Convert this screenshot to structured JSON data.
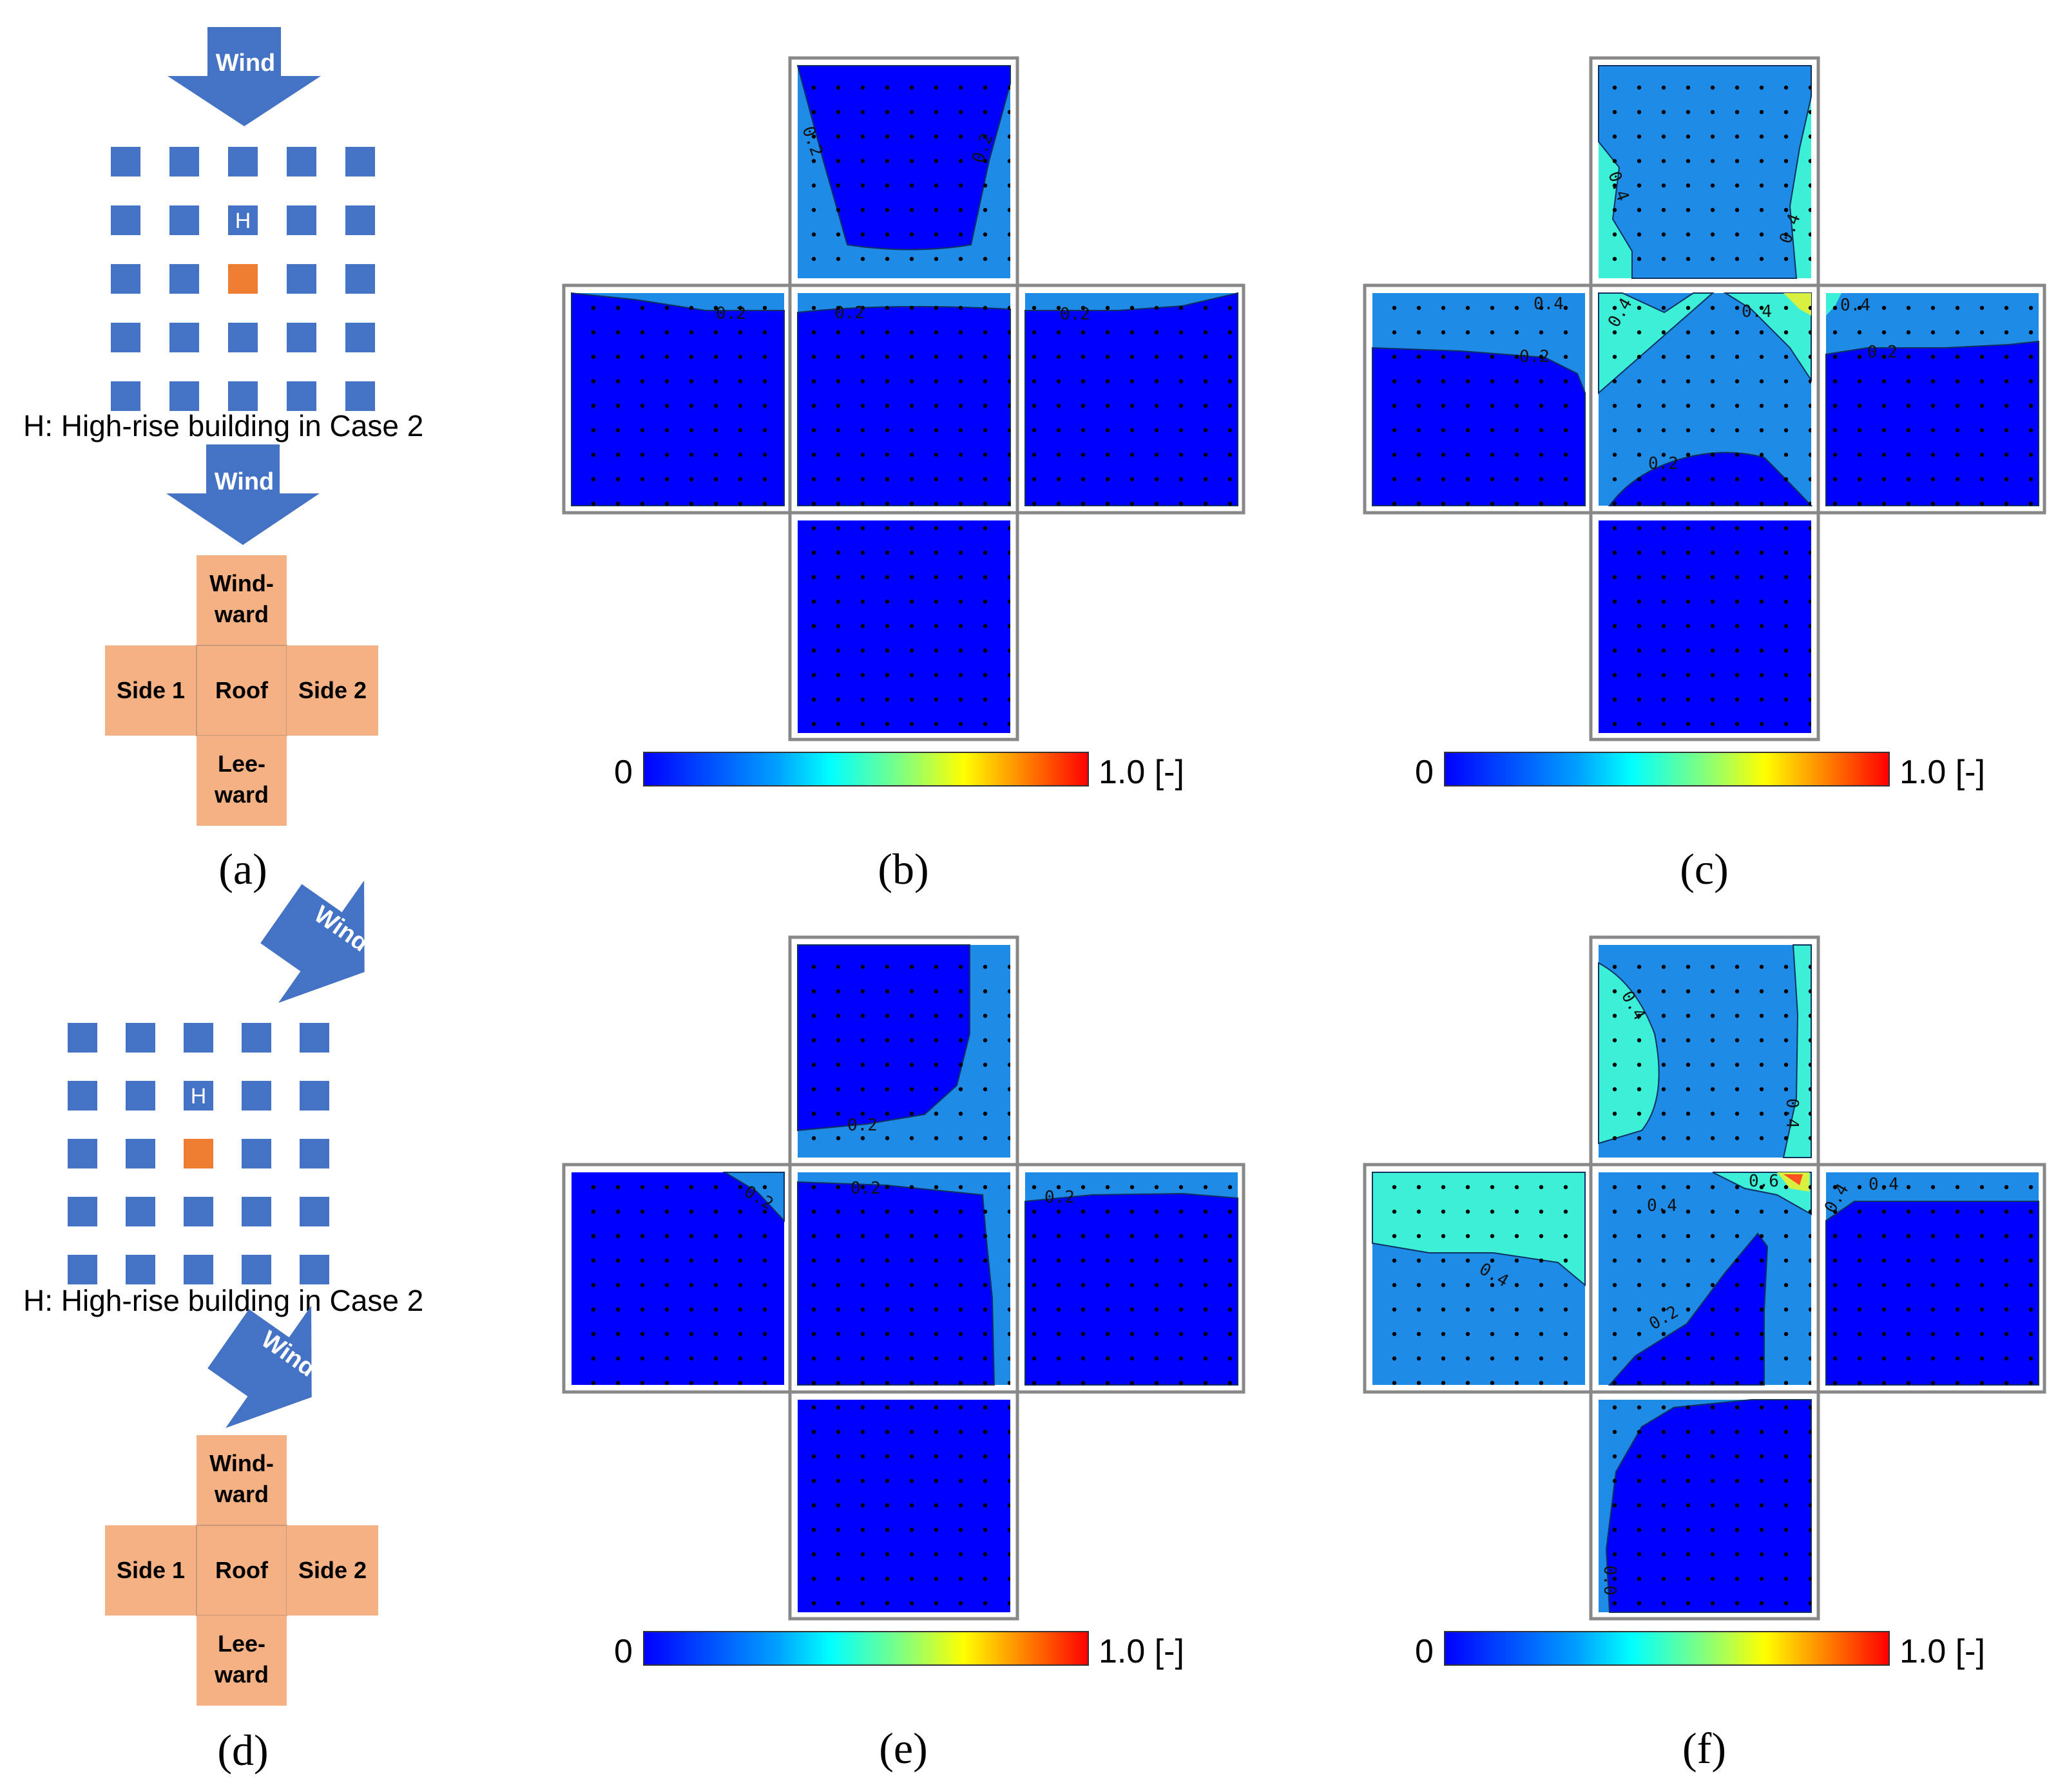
{
  "panel_labels": [
    "(a)",
    "(b)",
    "(c)",
    "(d)",
    "(e)",
    "(f)"
  ],
  "wind_label": "Wind",
  "building_marker": "H",
  "caption_highrise": "H: High-rise building in Case 2",
  "faces": {
    "windward_line1": "Wind-",
    "windward_line2": "ward",
    "side1": "Side 1",
    "roof": "Roof",
    "side2": "Side 2",
    "leeward_line1": "Lee-",
    "leeward_line2": "ward"
  },
  "colorbar": {
    "min_label": "0",
    "max_label": "1.0 [-]"
  },
  "contour_labels": {
    "b": [
      "0.2",
      "0.2",
      "0.2",
      "0.2",
      "0.2"
    ],
    "c": [
      "0.4",
      "0.4",
      "0.4",
      "0.2",
      "0.4",
      "0.4",
      "0.4",
      "0.2",
      "0.2"
    ],
    "e": [
      "0.2",
      "0.2",
      "0.2",
      "0.2"
    ],
    "f": [
      "0.4",
      "0.4",
      "0.6",
      "0.4",
      "0.4",
      "0.4",
      "0.2",
      "0.4",
      "0.0"
    ]
  },
  "colors": {
    "building": "#4472c4",
    "target_building": "#ed7d31",
    "face_fill": "#f4b183",
    "contour_low": "#0000ff",
    "contour_mid": "#1e8be6",
    "contour_high": "#3cf0d8"
  }
}
